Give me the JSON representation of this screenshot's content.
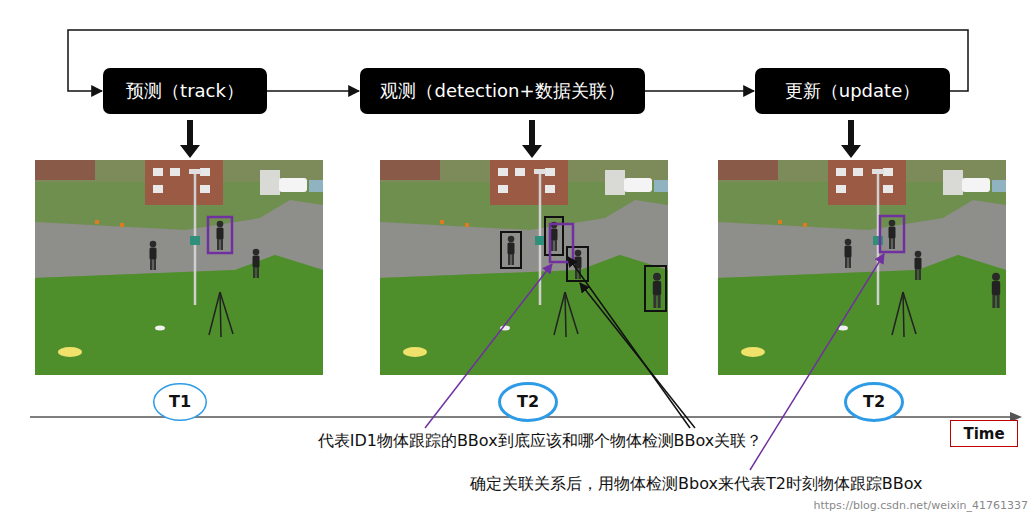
{
  "diagram": {
    "nodes": [
      {
        "text": [
          "预测（track）"
        ]
      },
      {
        "text": [
          "观测（detection+数据关联）"
        ]
      },
      {
        "text": [
          "更新（update）"
        ]
      },
      {
        "text": [
          "T1"
        ]
      },
      {
        "text": [
          "T2"
        ]
      },
      {
        "text": [
          "T2"
        ]
      },
      {
        "text": [
          "Time"
        ]
      }
    ],
    "edges": [
      {
        "from": 0,
        "to": 1,
        "arrow": "to"
      },
      {
        "from": 1,
        "to": 2,
        "arrow": "to"
      },
      {
        "from": 2,
        "to": 0,
        "arrow": "to"
      }
    ],
    "labels": [
      "代表ID1物体跟踪的BBox到底应该和哪个物体检测BBox关联？",
      "确定关联关系后，用物体检测Bbox来代表T2时刻物体跟踪BBox",
      "https://blog.csdn.net/weixin_41761337"
    ]
  }
}
